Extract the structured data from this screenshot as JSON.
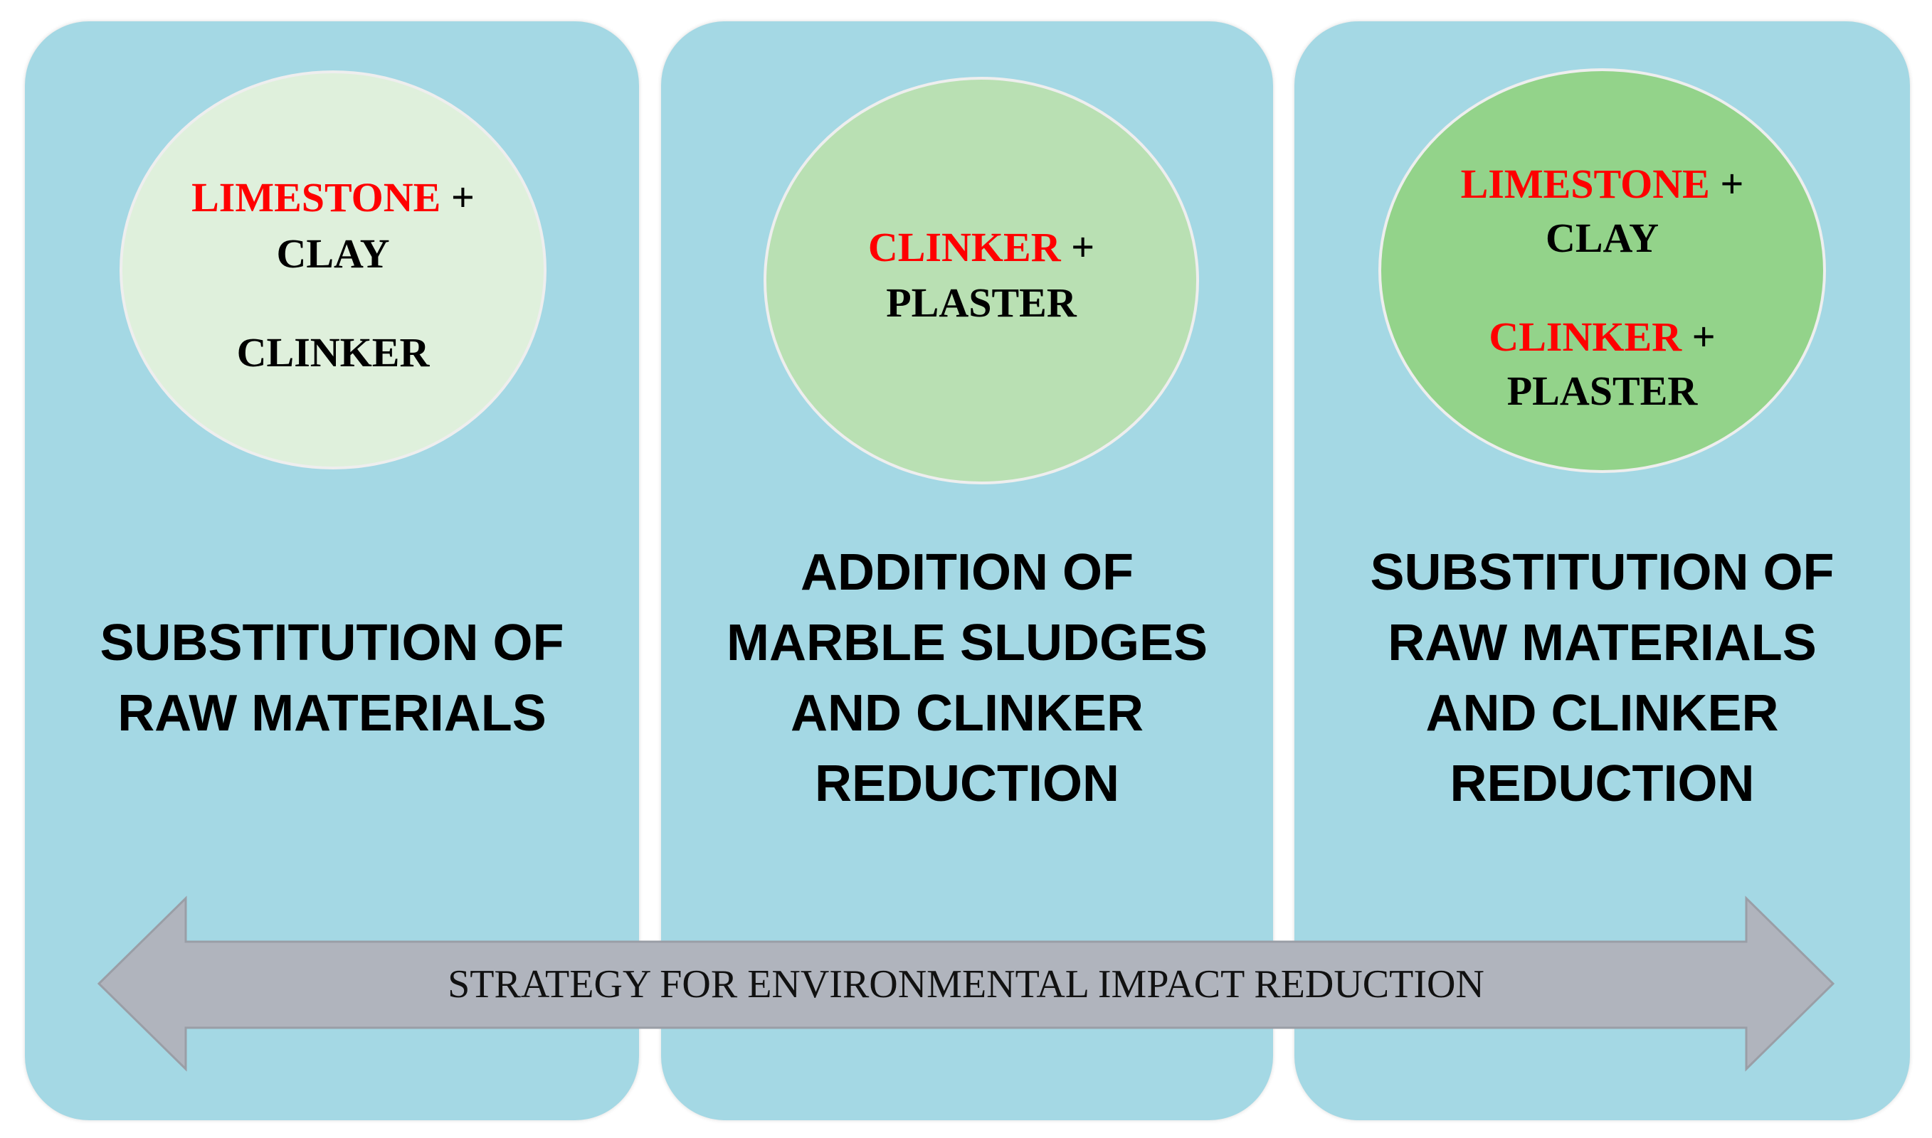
{
  "colors": {
    "panel": "#a4d8e4",
    "circle_1": "#dff0dc",
    "circle_2": "#b9e0b3",
    "circle_3": "#93d38a",
    "highlight": "#ff0000",
    "arrow": "#b0b4bd"
  },
  "panels": [
    {
      "circle": {
        "line1_red": "LIMESTONE",
        "line1_plus": "+",
        "line2": "CLAY",
        "line3": "CLINKER"
      },
      "heading": [
        "SUBSTITUTION OF",
        "RAW MATERIALS"
      ]
    },
    {
      "circle": {
        "line1_red": "CLINKER",
        "line1_plus": "+",
        "line2": "PLASTER"
      },
      "heading": [
        "ADDITION OF",
        "MARBLE SLUDGES",
        "AND CLINKER",
        "REDUCTION"
      ]
    },
    {
      "circle": {
        "line1_red": "LIMESTONE",
        "line1_plus": "+",
        "line2": "CLAY",
        "line3_red": "CLINKER",
        "line3_plus": "+",
        "line4": "PLASTER"
      },
      "heading": [
        "SUBSTITUTION OF",
        "RAW MATERIALS",
        "AND  CLINKER",
        "REDUCTION"
      ]
    }
  ],
  "arrow": {
    "label": "STRATEGY FOR ENVIRONMENTAL IMPACT REDUCTION",
    "icon": "double-headed-arrow"
  }
}
